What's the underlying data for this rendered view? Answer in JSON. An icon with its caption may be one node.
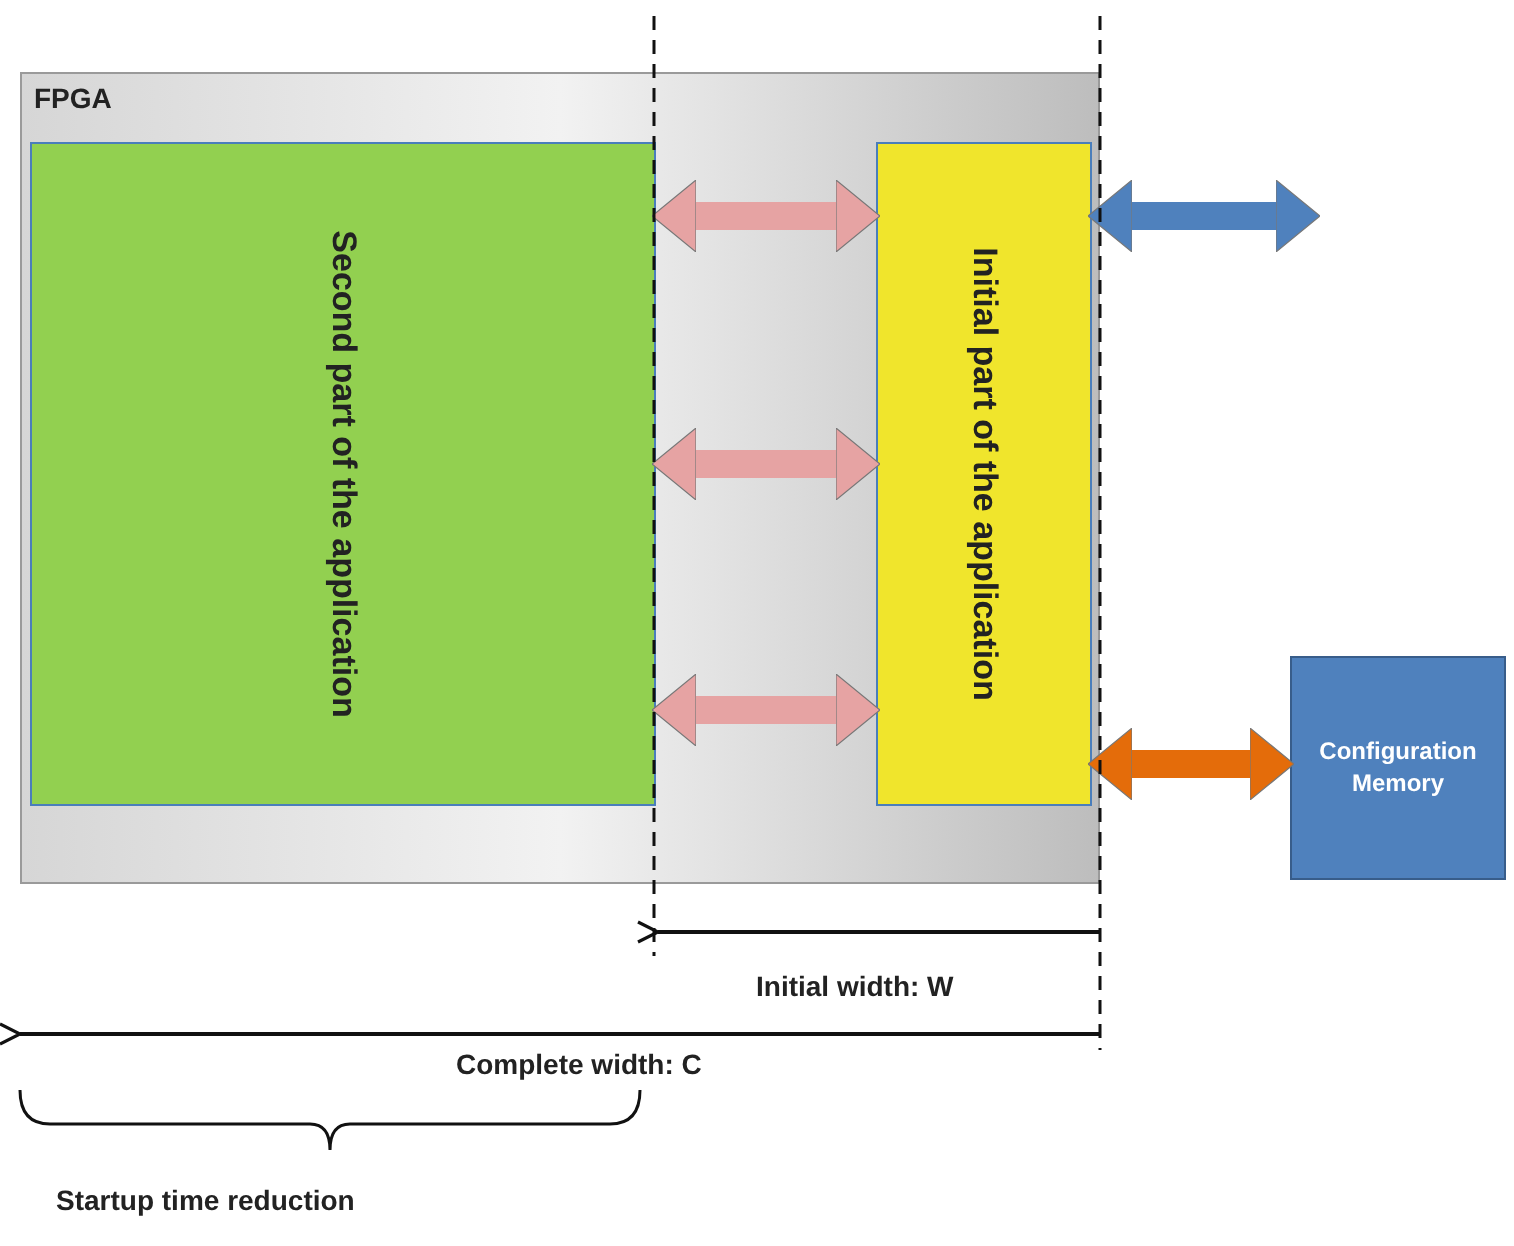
{
  "diagram": {
    "nodes": [
      {
        "text": [
          "FPGA"
        ]
      },
      {
        "text": [
          "Second part of the application"
        ],
        "in": 0
      },
      {
        "text": [
          "Initial part of the application"
        ],
        "in": 0
      },
      {
        "text": [
          "Configuration Memory"
        ]
      }
    ],
    "edges": [
      {
        "from": 1,
        "to": 2,
        "arrow": "both"
      },
      {
        "from": 1,
        "to": 2,
        "arrow": "both"
      },
      {
        "from": 1,
        "to": 2,
        "arrow": "both"
      },
      {
        "from": 2,
        "to": null,
        "arrow": "both",
        "color": "#4f81bd"
      },
      {
        "from": 2,
        "to": 3,
        "arrow": "both",
        "color": "#e46c0a"
      }
    ],
    "labels": [
      "Initial width: W",
      "Complete width: C",
      "Startup time reduction"
    ]
  }
}
